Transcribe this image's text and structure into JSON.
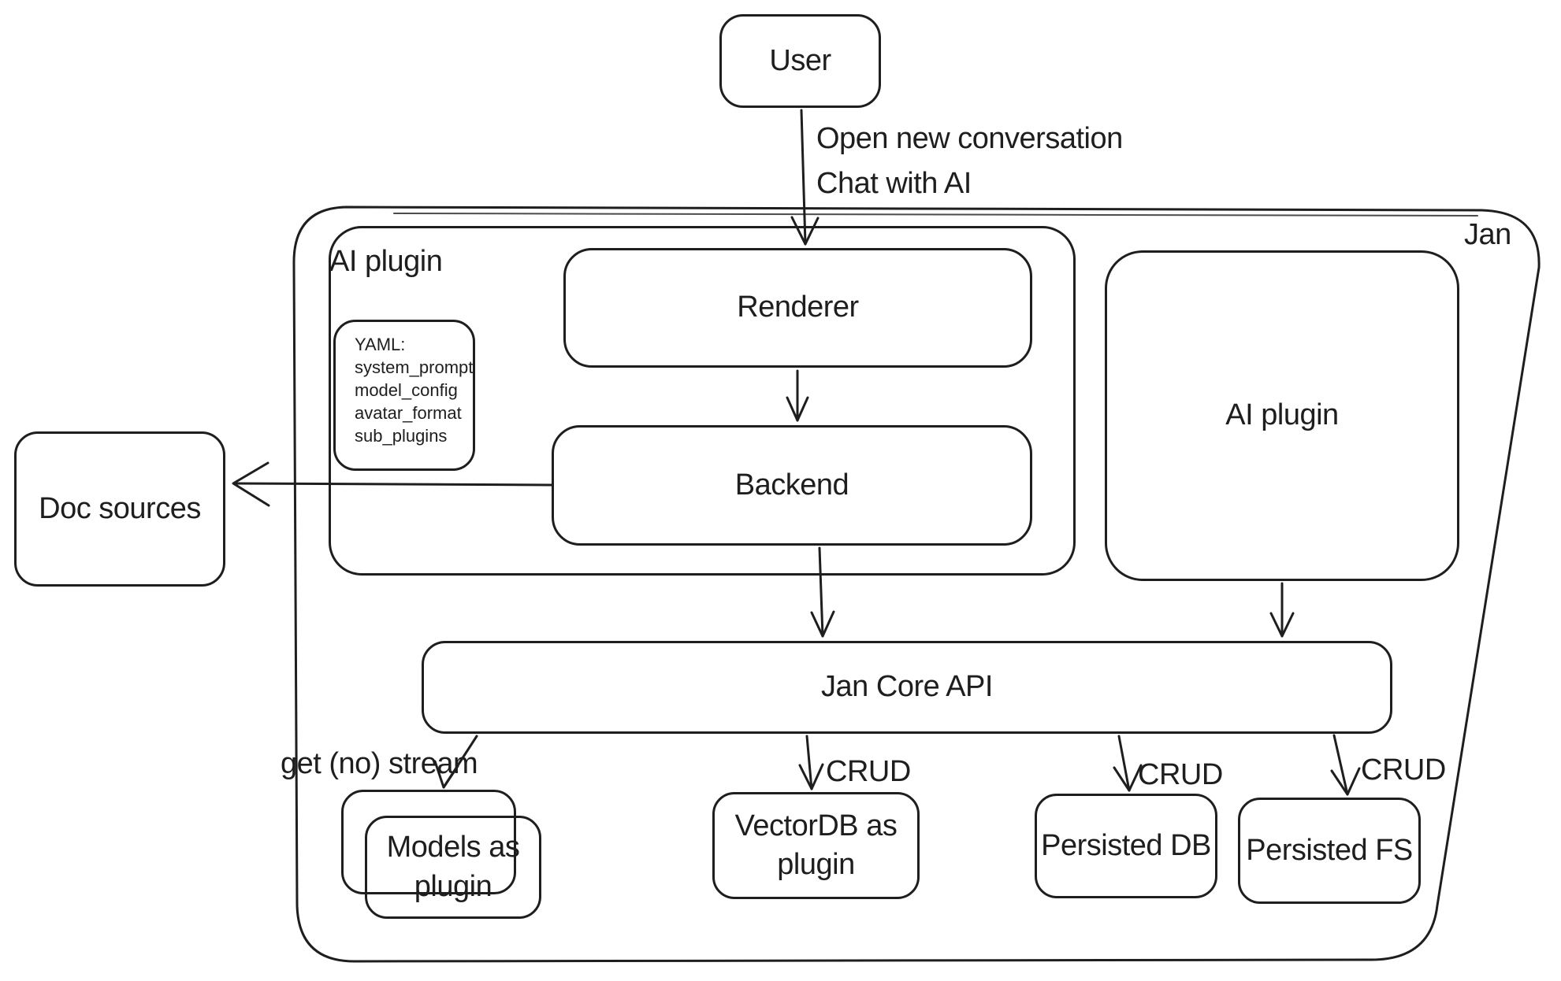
{
  "colors": {
    "stroke": "#1e1e1e",
    "background": "#ffffff"
  },
  "containers": {
    "jan": {
      "label": "Jan"
    },
    "ai_plugin_left": {
      "label": "AI plugin"
    }
  },
  "nodes": {
    "user": {
      "label": "User"
    },
    "renderer": {
      "label": "Renderer"
    },
    "backend": {
      "label": "Backend"
    },
    "yaml_note": {
      "text": "YAML:\nsystem_prompt\nmodel_config\navatar_format\nsub_plugins"
    },
    "ai_plugin_right": {
      "label": "AI plugin"
    },
    "doc_sources": {
      "label": "Doc sources"
    },
    "jan_core_api": {
      "label": "Jan Core API"
    },
    "models_as_plugin": {
      "label": "Models as\nplugin"
    },
    "vectordb_as_plugin": {
      "label": "VectorDB as\nplugin"
    },
    "persisted_db": {
      "label": "Persisted DB"
    },
    "persisted_fs": {
      "label": "Persisted FS"
    }
  },
  "edges": {
    "user_to_renderer": "Open new conversation\nChat with AI",
    "core_to_models": "get (no) stream",
    "core_to_vectordb": "CRUD",
    "core_to_persisted_db": "CRUD",
    "core_to_persisted_fs": "CRUD"
  }
}
